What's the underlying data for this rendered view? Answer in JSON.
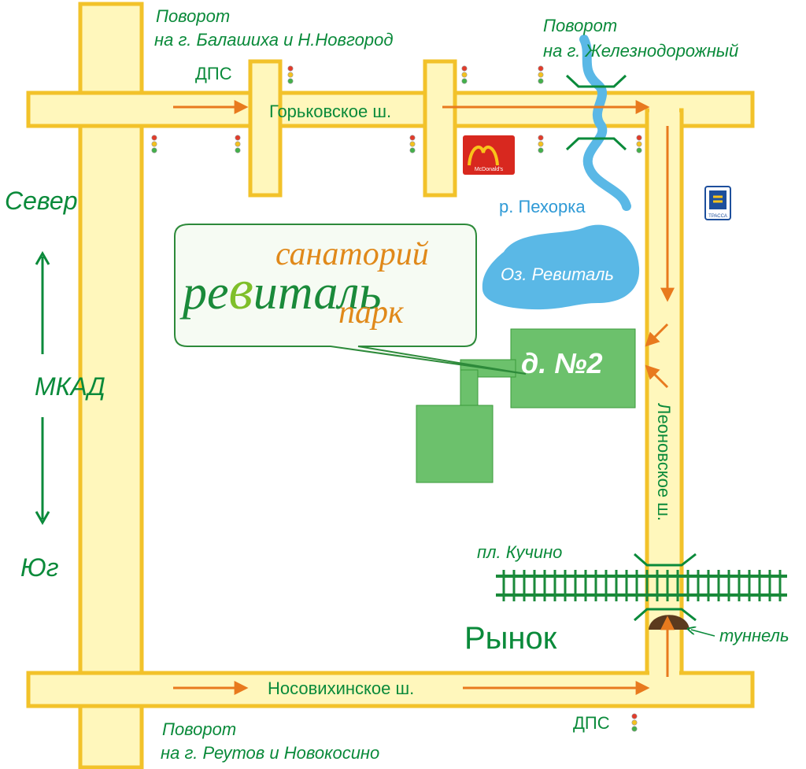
{
  "colors": {
    "road_fill": "#fff7bc",
    "road_edge": "#f2c22a",
    "text_green": "#0a8a3a",
    "arrow_orange": "#e87a1e",
    "water": "#5ab8e6",
    "water_text": "#2f9ad6",
    "house": "#6cc16c",
    "rail": "#1a8a3a",
    "tunnel": "#5b3a1e",
    "logo_green": "#1a8a3a",
    "logo_orange": "#e0891a"
  },
  "labels": {
    "turn_balashikha_1": "Поворот",
    "turn_balashikha_2": "на г. Балашиха и Н.Новгород",
    "turn_zheleznodorozhny_1": "Поворот",
    "turn_zheleznodorozhny_2": "на г. Железнодорожный",
    "dps_top": "ДПС",
    "gorkovskoe": "Горьковское ш.",
    "north": "Север",
    "south": "Юг",
    "mkad": "МКАД",
    "river": "р. Пехорка",
    "lake": "Оз. Ревиталь",
    "building": "д. №2",
    "leonovskoe": "Леоновское ш.",
    "kuchino": "пл. Кучино",
    "rynok": "Рынок",
    "tunnel": "туннель",
    "nosovikhinskoe": "Носовихинское ш.",
    "dps_bottom": "ДПС",
    "turn_reutov_1": "Поворот",
    "turn_reutov_2": "на г. Реутов и Новокосино"
  },
  "logo": {
    "word1": "санаторий",
    "word2_a": "ре",
    "word2_b": "в",
    "word2_c": "италь",
    "word3": "парк"
  },
  "mcdonalds_text": "McDonald's",
  "trassa_text": "ТРАССА",
  "icons": [
    "traffic-light-icon",
    "mcdonalds-icon",
    "trassa-icon",
    "bridge-icon",
    "railway-icon",
    "tunnel-icon"
  ]
}
